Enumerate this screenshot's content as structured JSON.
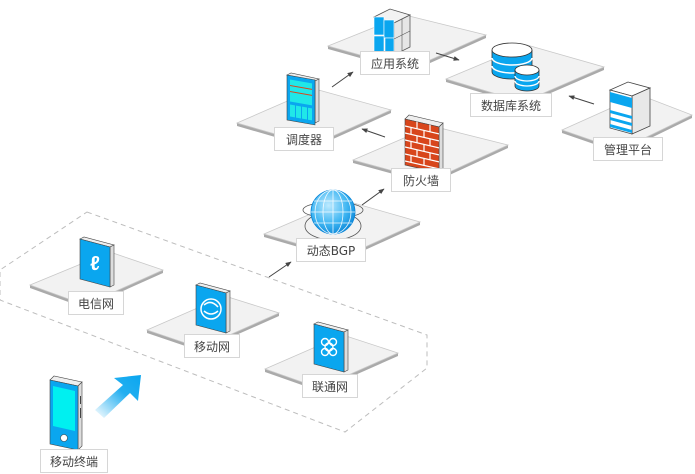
{
  "diagram": {
    "type": "network-architecture",
    "colors": {
      "accent": "#0aa6ef",
      "platform_top": "#f2f2f2",
      "platform_edge": "#aaaaaa",
      "label_border": "#d6d6d6",
      "arrow": "#444444",
      "firewall": "#d8461c",
      "screen": "#00f0f0"
    },
    "nodes": [
      {
        "id": "app",
        "label": "应用系统",
        "icon": "server-cluster-icon"
      },
      {
        "id": "db",
        "label": "数据库系统",
        "icon": "database-icon"
      },
      {
        "id": "mgmt",
        "label": "管理平台",
        "icon": "server-stack-icon"
      },
      {
        "id": "scheduler",
        "label": "调度器",
        "icon": "scheduler-panel-icon"
      },
      {
        "id": "firewall",
        "label": "防火墙",
        "icon": "brick-wall-icon"
      },
      {
        "id": "bgp",
        "label": "动态BGP",
        "icon": "globe-icon"
      },
      {
        "id": "telecom",
        "label": "电信网",
        "icon": "china-telecom-logo-icon"
      },
      {
        "id": "mobile",
        "label": "移动网",
        "icon": "china-mobile-logo-icon"
      },
      {
        "id": "unicom",
        "label": "联通网",
        "icon": "china-unicom-logo-icon"
      },
      {
        "id": "terminal",
        "label": "移动终端",
        "icon": "mobile-phone-icon"
      }
    ],
    "edges": [
      {
        "from": "terminal",
        "to": "carrier-group",
        "style": "gradient-arrow"
      },
      {
        "from": "carrier-group",
        "to": "bgp"
      },
      {
        "from": "bgp",
        "to": "firewall"
      },
      {
        "from": "firewall",
        "to": "scheduler"
      },
      {
        "from": "scheduler",
        "to": "app"
      },
      {
        "from": "app",
        "to": "db"
      },
      {
        "from": "mgmt",
        "to": "db"
      }
    ],
    "groups": [
      {
        "id": "carrier-group",
        "members": [
          "telecom",
          "mobile",
          "unicom"
        ],
        "style": "dashed"
      }
    ]
  }
}
